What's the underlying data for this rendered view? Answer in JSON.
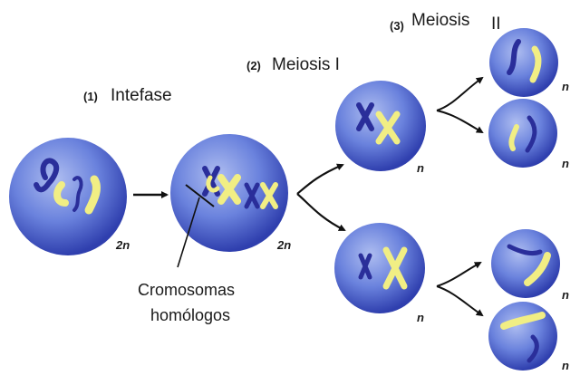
{
  "stages": [
    {
      "number": "(1)",
      "title": "Intefase"
    },
    {
      "number": "(2)",
      "title": "Meiosis I"
    },
    {
      "number": "(3)",
      "title": "Meiosis",
      "title_suffix": "II"
    }
  ],
  "ploidy": {
    "diploid": "2n",
    "haploid": "n"
  },
  "annotation": {
    "line1": "Cromosomas",
    "line2": "homólogos"
  },
  "colors": {
    "cell_light": "#9fb3ec",
    "cell_mid": "#5f79d8",
    "cell_dark": "#2b3aa8",
    "chromosome_yellow": "#f1ee84",
    "chromosome_blue": "#2a2e9a",
    "arrow": "#111111"
  }
}
